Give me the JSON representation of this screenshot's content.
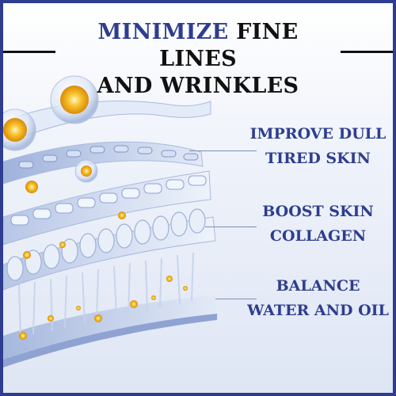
{
  "colors": {
    "accent": "#2e3d8f",
    "title_dark": "#111111",
    "capsule_gold": "#f4a818",
    "layer_blue": "#c9d5ee"
  },
  "header": {
    "title_accent": "MINIMIZE",
    "title_rest": "FINE LINES",
    "title_line2": "AND WRINKLES"
  },
  "callouts": [
    {
      "line1": "IMPROVE DULL",
      "line2": "TIRED SKIN"
    },
    {
      "line1": "BOOST SKIN",
      "line2": "COLLAGEN"
    },
    {
      "line1": "BALANCE",
      "line2": "WATER AND OIL"
    }
  ]
}
